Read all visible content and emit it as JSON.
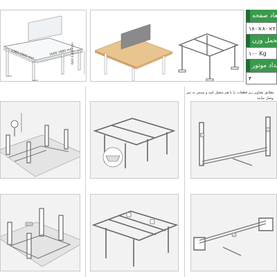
{
  "specs": {
    "rows": [
      {
        "label": "ابعاد صفحه",
        "kind": "head"
      },
      {
        "label": "۱۸۰×۸۰×۲",
        "kind": "value"
      },
      {
        "label": "تحمل وزن",
        "kind": "head"
      },
      {
        "label": "۱۰۰ Kg",
        "kind": "value"
      },
      {
        "label": "تعداد موتور",
        "kind": "head"
      },
      {
        "label": "۴",
        "kind": "value"
      }
    ]
  },
  "dimensions": {
    "width_label": "1360-1500 mm",
    "depth_label": "1600-1800 mm",
    "height_label": "640-1300 mm"
  },
  "instructions": {
    "line1": "مطابق تصاویر زیر قطعات را با هم متصل کنید و سپس به میز",
    "line2": "وصل نمایید."
  },
  "colors": {
    "accent": "#3a9a4d",
    "accent_dark": "#1f6e31",
    "wood": "#e8c48e",
    "screen": "#8a8a8a"
  },
  "icons": {
    "bolt": "screw-icon"
  }
}
